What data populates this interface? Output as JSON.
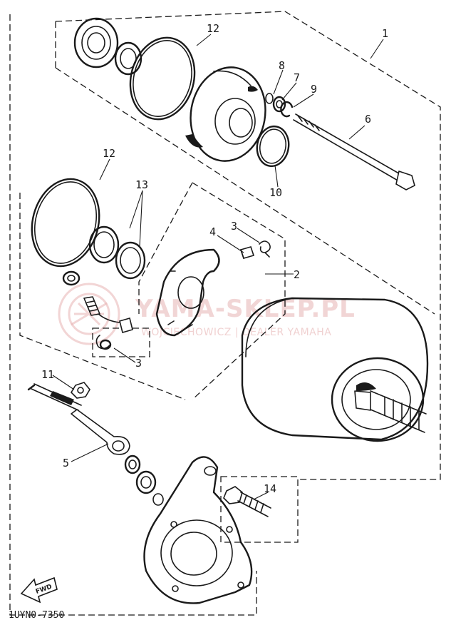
{
  "diagram": {
    "callouts": {
      "c1": "1",
      "c2": "2",
      "c3a": "3",
      "c3b": "3",
      "c4": "4",
      "c5": "5",
      "c6": "6",
      "c7": "7",
      "c8": "8",
      "c9": "9",
      "c10": "10",
      "c11": "11",
      "c12a": "12",
      "c12b": "12",
      "c13": "13",
      "c14": "14"
    },
    "diagram_code": "1UYN0-7350",
    "fwd_label": "FWD"
  },
  "watermark": {
    "main_text": "YAMA-SKLEP.PL",
    "sub_text": "WOJCIECHOWICZ | DEALER YAMAHA"
  },
  "colors": {
    "ink": "#1a1a1a",
    "watermark": "#e7b3b3",
    "background": "#ffffff"
  }
}
